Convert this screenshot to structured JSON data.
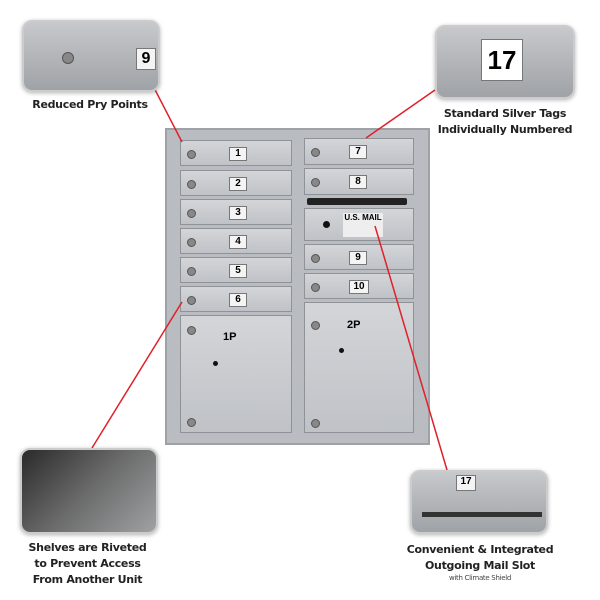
{
  "callouts": {
    "pry": {
      "caption": "Reduced Pry Points",
      "tag": "9"
    },
    "tags": {
      "caption_line1": "Standard Silver Tags",
      "caption_line2": "Individually Numbered",
      "tag": "17"
    },
    "shelves": {
      "caption_line1": "Shelves are Riveted",
      "caption_line2": "to Prevent Access",
      "caption_line3": "From Another Unit"
    },
    "slot": {
      "caption_line1": "Convenient & Integrated",
      "caption_line2": "Outgoing Mail Slot",
      "caption_sub": "with Climate Shield",
      "tag": "17"
    }
  },
  "mailbox": {
    "left_doors": [
      "1",
      "2",
      "3",
      "4",
      "5",
      "6"
    ],
    "left_parcel": "1P",
    "right_doors_top": [
      "7",
      "8"
    ],
    "us_mail": "U.S. MAIL",
    "right_doors_bottom": [
      "9",
      "10"
    ],
    "right_parcel": "2P"
  },
  "colors": {
    "pointer_line": "#e0202a"
  }
}
